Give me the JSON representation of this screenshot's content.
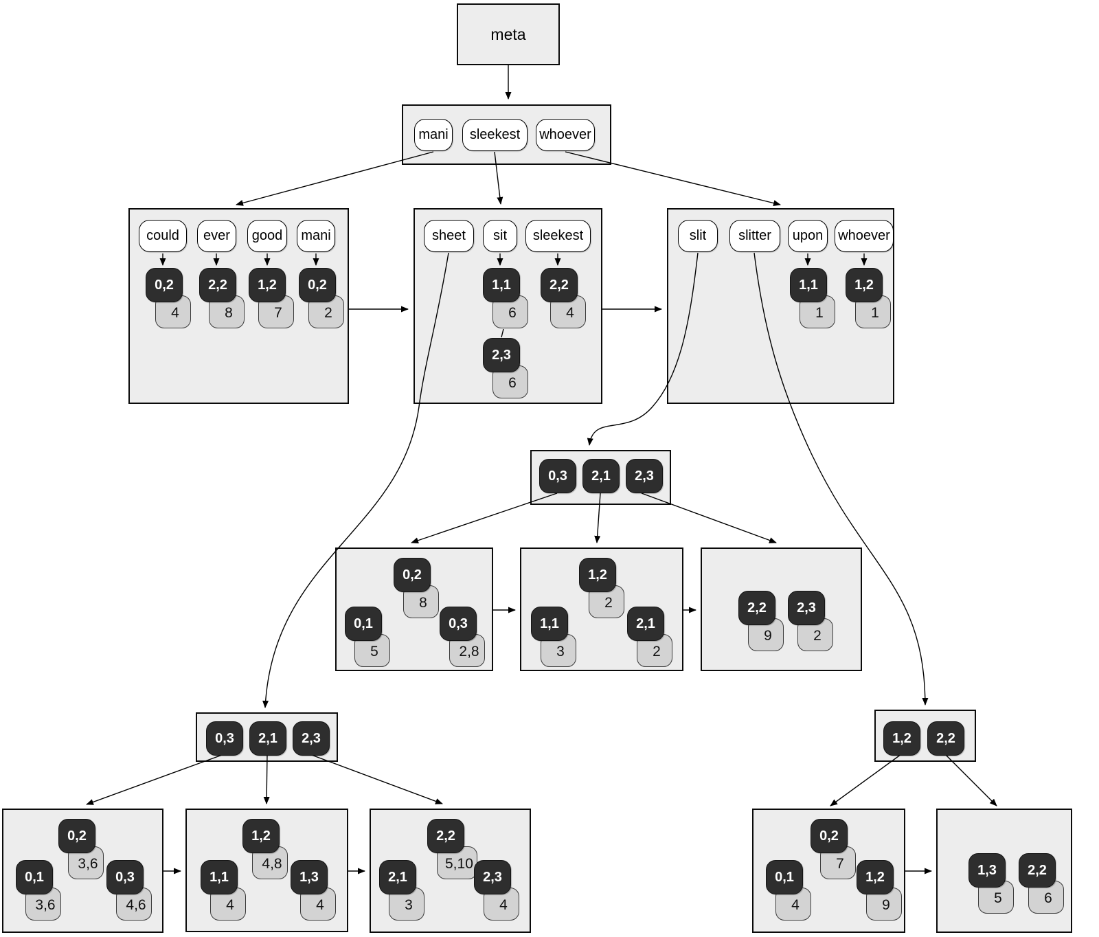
{
  "colors": {
    "node_fill": "#ededed",
    "node_border": "#0a0a0a",
    "key_pill_bg": "#2e2e2e",
    "key_pill_text": "#ffffff",
    "positions_pill_bg": "#d3d3d3",
    "term_pill_bg": "#ffffff",
    "edge": "#000000"
  },
  "meta": {
    "label": "meta"
  },
  "root": {
    "terms": [
      "mani",
      "sleekest",
      "whoever"
    ]
  },
  "branches": {
    "left": {
      "terms": [
        "could",
        "ever",
        "good",
        "mani"
      ],
      "postings": [
        {
          "key": "0,2",
          "positions": "4"
        },
        {
          "key": "2,2",
          "positions": "8"
        },
        {
          "key": "1,2",
          "positions": "7"
        },
        {
          "key": "0,2",
          "positions": "2"
        }
      ]
    },
    "middle": {
      "terms": [
        "sheet",
        "sit",
        "sleekest"
      ],
      "sit_postings": [
        {
          "key": "1,1",
          "positions": "6"
        },
        {
          "key": "2,3",
          "positions": "6"
        }
      ],
      "sleekest_posting": {
        "key": "2,2",
        "positions": "4"
      }
    },
    "right": {
      "terms": [
        "slit",
        "slitter",
        "upon",
        "whoever"
      ],
      "upon_posting": {
        "key": "1,1",
        "positions": "1"
      },
      "whoever_posting": {
        "key": "1,2",
        "positions": "1"
      }
    }
  },
  "subtrees": {
    "slit": {
      "internal_keys": [
        "0,3",
        "2,1",
        "2,3"
      ],
      "leaves": [
        {
          "postings": [
            {
              "key": "0,2",
              "positions": "8"
            },
            {
              "key": "0,1",
              "positions": "5"
            },
            {
              "key": "0,3",
              "positions": "2,8"
            }
          ]
        },
        {
          "postings": [
            {
              "key": "1,2",
              "positions": "2"
            },
            {
              "key": "1,1",
              "positions": "3"
            },
            {
              "key": "2,1",
              "positions": "2"
            }
          ]
        },
        {
          "postings": [
            {
              "key": "2,2",
              "positions": "9"
            },
            {
              "key": "2,3",
              "positions": "2"
            }
          ]
        }
      ]
    },
    "sheet": {
      "internal_keys": [
        "0,3",
        "2,1",
        "2,3"
      ],
      "leaves": [
        {
          "postings": [
            {
              "key": "0,2",
              "positions": "3,6"
            },
            {
              "key": "0,1",
              "positions": "3,6"
            },
            {
              "key": "0,3",
              "positions": "4,6"
            }
          ]
        },
        {
          "postings": [
            {
              "key": "1,2",
              "positions": "4,8"
            },
            {
              "key": "1,1",
              "positions": "4"
            },
            {
              "key": "1,3",
              "positions": "4"
            }
          ]
        },
        {
          "postings": [
            {
              "key": "2,2",
              "positions": "5,10"
            },
            {
              "key": "2,1",
              "positions": "3"
            },
            {
              "key": "2,3",
              "positions": "4"
            }
          ]
        }
      ]
    },
    "slitter": {
      "internal_keys": [
        "1,2",
        "2,2"
      ],
      "leaves": [
        {
          "postings": [
            {
              "key": "0,2",
              "positions": "7"
            },
            {
              "key": "0,1",
              "positions": "4"
            },
            {
              "key": "1,2",
              "positions": "9"
            }
          ]
        },
        {
          "postings": [
            {
              "key": "1,3",
              "positions": "5"
            },
            {
              "key": "2,2",
              "positions": "6"
            }
          ]
        }
      ]
    }
  }
}
